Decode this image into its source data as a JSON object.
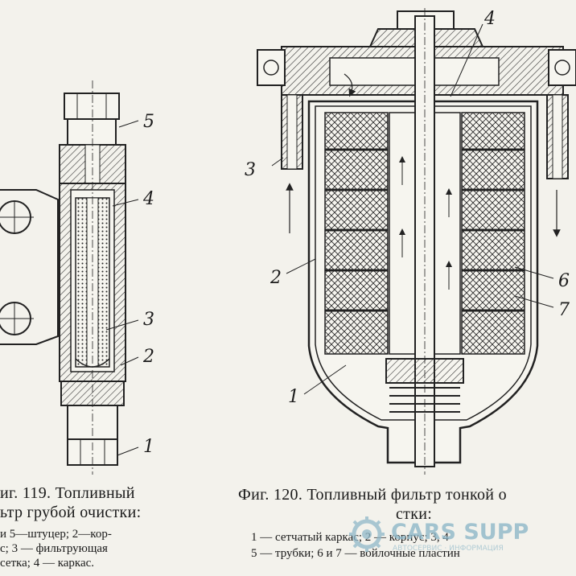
{
  "figure_left": {
    "callouts": [
      "5",
      "4",
      "3",
      "2",
      "1"
    ],
    "caption_title_lines": [
      "иг.  119.   Топливный",
      "ьтр грубой очистки:"
    ],
    "caption_legend_lines": [
      "и 5—штуцер;  2—кор-",
      "с;   3 — фильтрующая",
      "сетка;  4 — каркас."
    ]
  },
  "figure_right": {
    "callouts": [
      "4",
      "3",
      "2",
      "6",
      "7",
      "1"
    ],
    "caption_title_lines": [
      "Фиг.  120.  Топливный фильтр тонкой о",
      "стки:"
    ],
    "caption_legend_lines": [
      "1 — сетчатый  каркас;  2 — корпус;  3, 4",
      "5 — трубки;  6 и 7 — войлочные  пластин"
    ]
  },
  "watermark": {
    "text": "CARS SUPP",
    "subtext": "АВТОСЕРВИС · ИНФОРМАЦИЯ",
    "icon": "gear-icon"
  },
  "colors": {
    "paper": "#f3f2ec",
    "ink": "#1c1c1c",
    "watermark": "#8fb8c9"
  }
}
